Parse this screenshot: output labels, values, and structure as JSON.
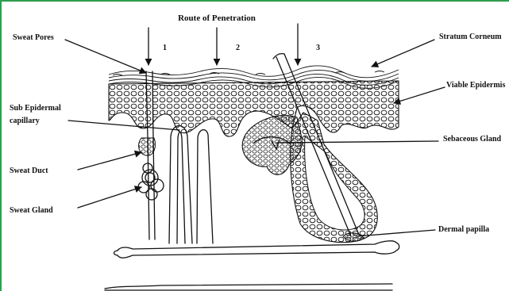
{
  "diagram": {
    "title": "Route of Penetration",
    "route_numbers": [
      "1",
      "2",
      "3"
    ],
    "labels": {
      "sweat_pores": "Sweat Pores",
      "sub_epidermal_1": "Sub Epidermal",
      "sub_epidermal_2": "capillary",
      "sweat_duct": "Sweat Duct",
      "sweat_gland": "Sweat Gland",
      "stratum_corneum": "Stratum Corneum",
      "viable_epidermis": "Viable Epidermis",
      "sebaceous_gland": "Sebaceous Gland",
      "dermal_papilla": "Dermal papilla"
    },
    "colors": {
      "frame_border": "#2e9e4e",
      "ink": "#111111",
      "background": "#ffffff"
    }
  }
}
